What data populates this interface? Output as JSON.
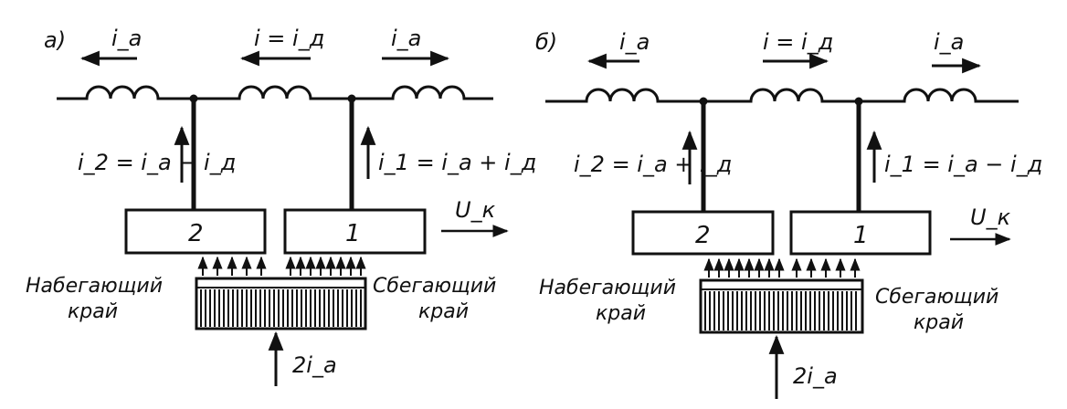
{
  "diagrams": [
    {
      "tag": "а)",
      "current_left": "i_a",
      "current_mid": "i = i_д",
      "current_right": "i_a",
      "lead_2": "i_2 = i_a − i_д",
      "lead_1": "i_1 = i_a + i_д",
      "box_2": "2",
      "box_1": "1",
      "velocity": "U_к",
      "edge_left": [
        "Набегающий",
        "край"
      ],
      "edge_right": [
        "Сбегающий",
        "край"
      ],
      "bottom_current": "2i_a"
    },
    {
      "tag": "б)",
      "current_left": "i_a",
      "current_mid": "i = i_д",
      "current_right": "i_a",
      "lead_2": "i_2 = i_a + i_д",
      "lead_1": "i_1 = i_a − i_д",
      "box_2": "2",
      "box_1": "1",
      "velocity": "U_к",
      "edge_left": [
        "Набегающий",
        "край"
      ],
      "edge_right": [
        "Сбегающий",
        "край"
      ],
      "bottom_current": "2i_a"
    }
  ]
}
